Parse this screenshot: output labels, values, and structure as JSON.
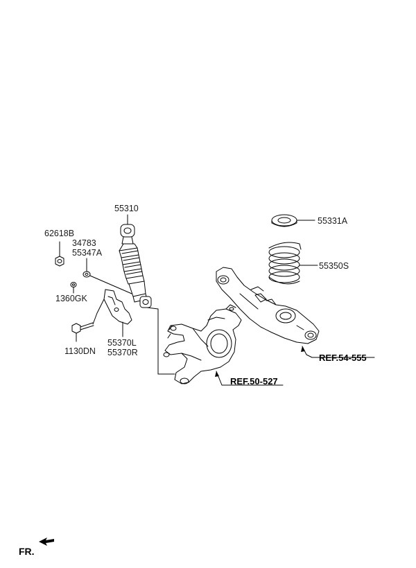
{
  "labels": {
    "p55310": "55310",
    "p62618b": "62618B",
    "p34783": "34783",
    "p55347a": "55347A",
    "p1360gk": "1360GK",
    "p1130dn": "1130DN",
    "p55370l": "55370L",
    "p55370r": "55370R",
    "p55331a": "55331A",
    "p55350s": "55350S"
  },
  "refs": {
    "ref_arm": "REF.54-555",
    "ref_knuckle": "REF.50-527"
  },
  "direction": {
    "label": "FR.",
    "icon": "forward-arrow-icon"
  },
  "colors": {
    "line": "#000000",
    "background": "#ffffff"
  }
}
